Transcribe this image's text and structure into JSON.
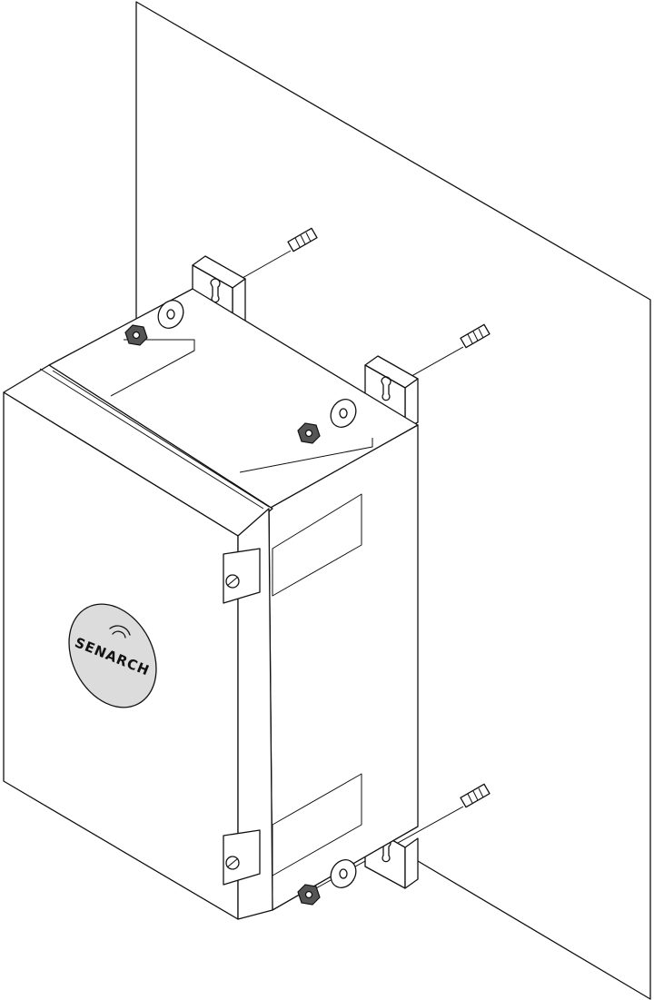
{
  "diagram": {
    "brand_logo": "SENARCH",
    "parts": [
      "wall",
      "enclosure",
      "mounting-bracket",
      "anchor-bolt",
      "washer",
      "hex-nut",
      "door-hinge"
    ],
    "colors": {
      "line": "#111111",
      "background": "#ffffff",
      "logo-fill": "#dcdcdc",
      "metal": "#555555"
    }
  }
}
